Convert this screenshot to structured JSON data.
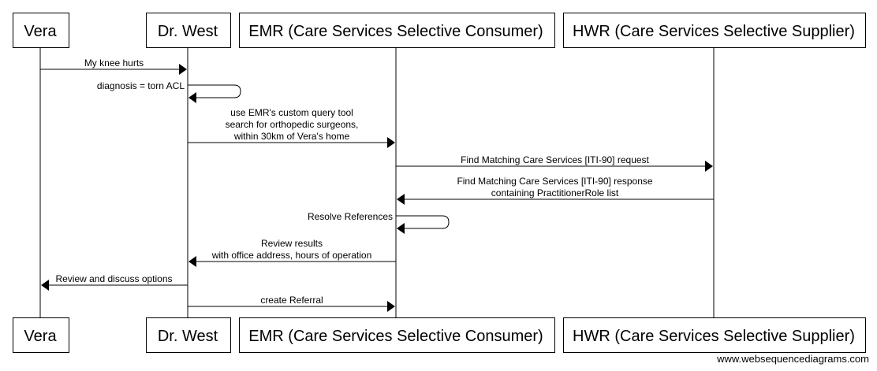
{
  "participants": [
    {
      "id": "vera",
      "label": "Vera"
    },
    {
      "id": "west",
      "label": "Dr. West"
    },
    {
      "id": "emr",
      "label": "EMR (Care Services Selective Consumer)"
    },
    {
      "id": "hwr",
      "label": "HWR (Care Services Selective Supplier)"
    }
  ],
  "messages": [
    {
      "from": "vera",
      "to": "west",
      "lines": [
        "My knee hurts"
      ]
    },
    {
      "from": "west",
      "to": "west",
      "lines": [
        "diagnosis = torn ACL"
      ]
    },
    {
      "from": "west",
      "to": "emr",
      "lines": [
        "use EMR's custom query tool",
        "search for orthopedic surgeons,",
        "within 30km of Vera's home"
      ]
    },
    {
      "from": "emr",
      "to": "hwr",
      "lines": [
        "Find Matching Care Services [ITI-90] request"
      ]
    },
    {
      "from": "hwr",
      "to": "emr",
      "lines": [
        "Find Matching Care Services [ITI-90] response",
        "containing PractitionerRole list"
      ]
    },
    {
      "from": "emr",
      "to": "emr",
      "lines": [
        "Resolve References"
      ]
    },
    {
      "from": "emr",
      "to": "west",
      "lines": [
        "Review results",
        "with office address, hours of operation"
      ]
    },
    {
      "from": "west",
      "to": "vera",
      "lines": [
        "Review and discuss options"
      ]
    },
    {
      "from": "west",
      "to": "emr",
      "lines": [
        "create Referral"
      ]
    }
  ],
  "watermark": "www.websequencediagrams.com"
}
